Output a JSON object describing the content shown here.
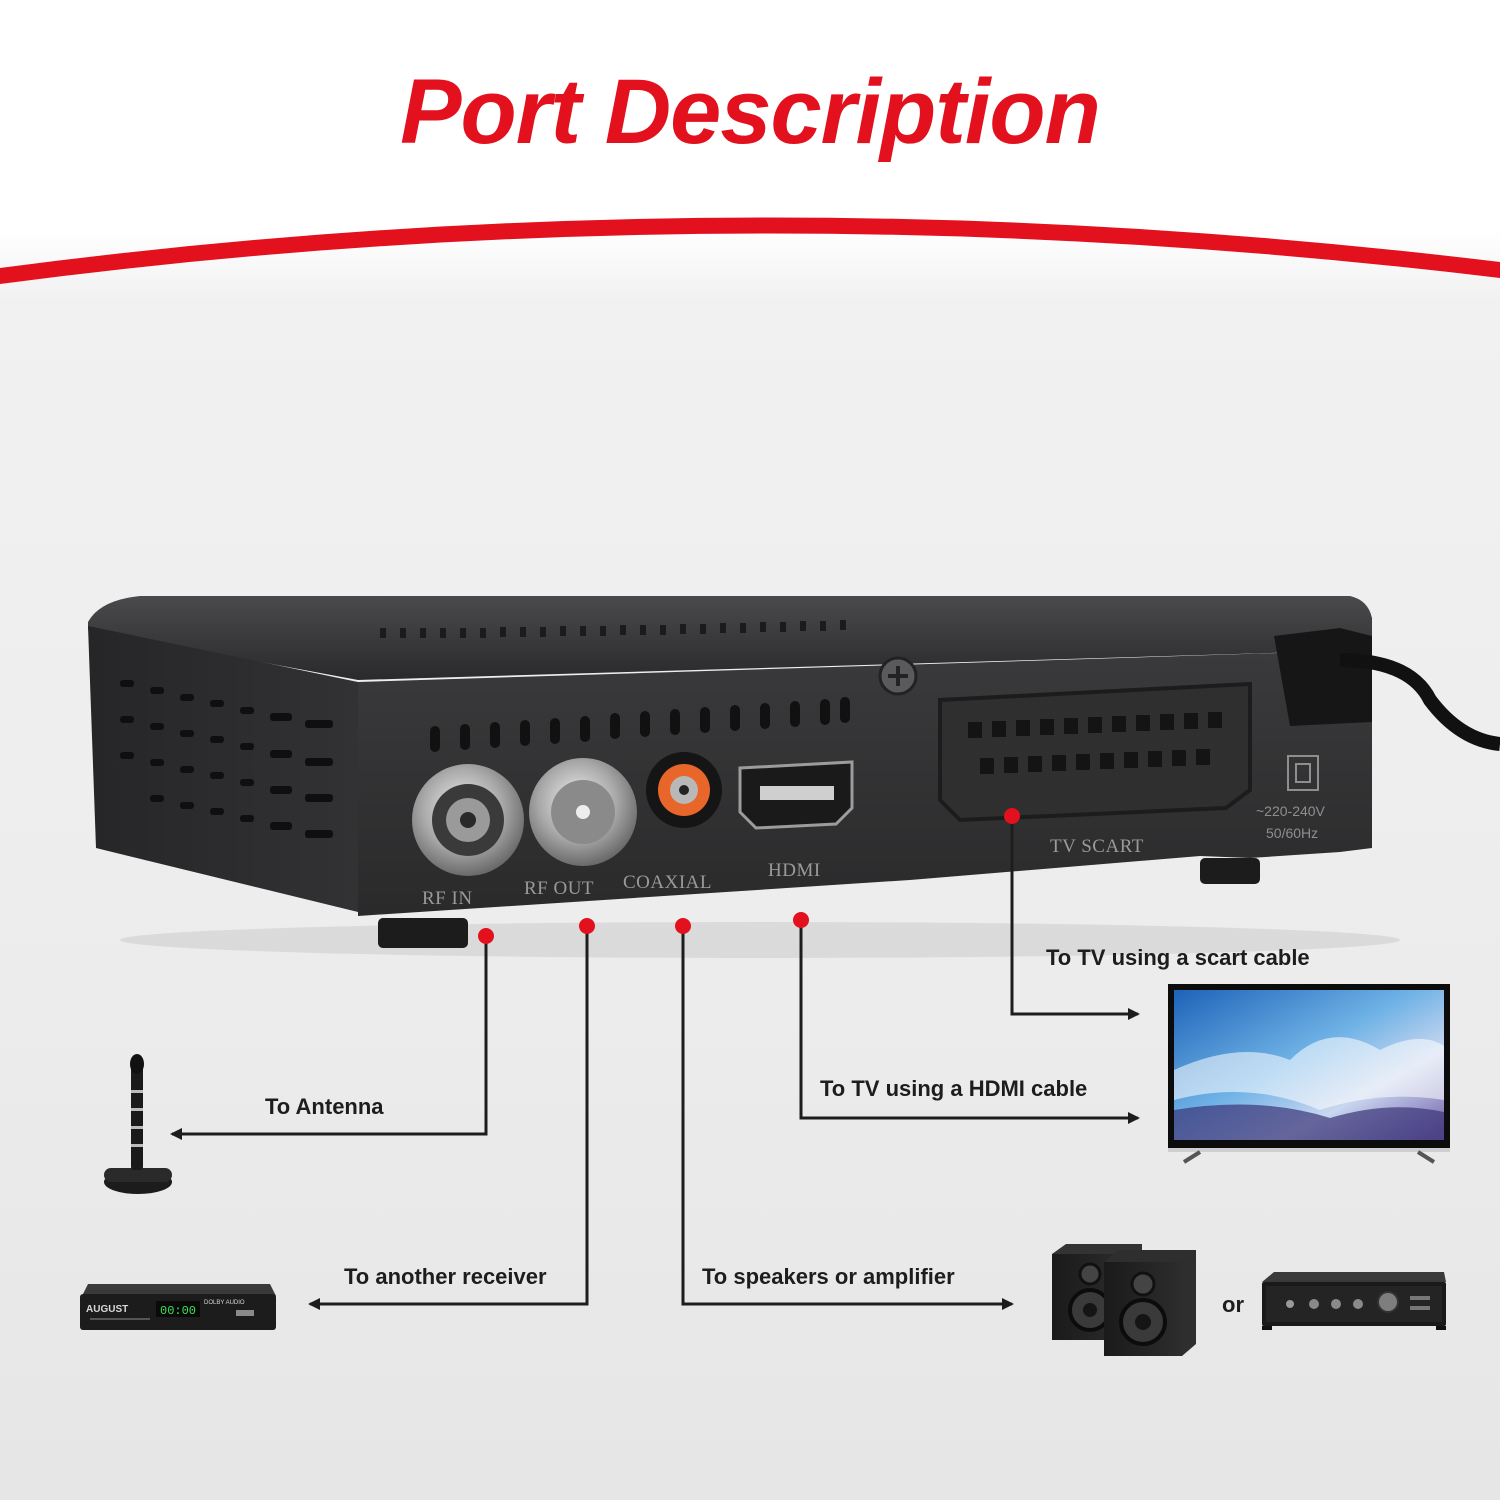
{
  "title": "Port Description",
  "device": {
    "port_labels": {
      "rf_in": "RF IN",
      "rf_out": "RF OUT",
      "coaxial": "COAXIAL",
      "hdmi": "HDMI",
      "tv_scart": "TV SCART"
    },
    "power_rating_line1": "~220-240V",
    "power_rating_line2": "50/60Hz"
  },
  "connections": {
    "antenna": "To Antenna",
    "receiver": "To another receiver",
    "speakers": "To speakers or amplifier",
    "hdmi_tv": "To TV using a HDMI cable",
    "scart_tv": "To TV using a scart cable",
    "or": "or"
  },
  "receiver_thumb": {
    "brand": "AUGUST",
    "badge": "DOLBY AUDIO",
    "display": "00:00"
  },
  "colors": {
    "accent_red": "#e3101e",
    "arrow_dark": "#1d1d1d",
    "coax_orange": "#e8662a"
  }
}
